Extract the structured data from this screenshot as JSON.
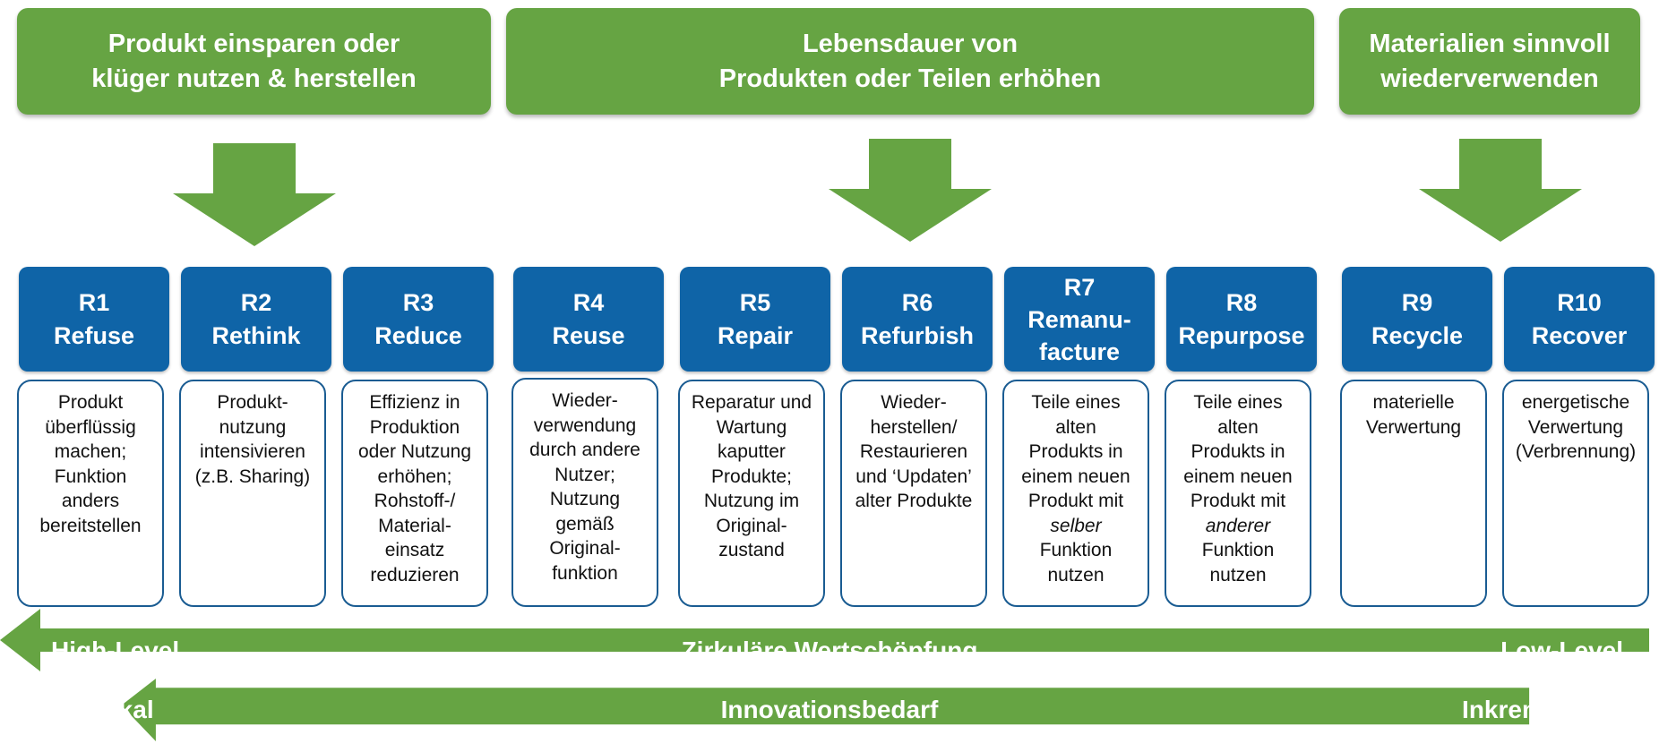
{
  "banners": [
    {
      "lines": [
        "Produkt einsparen oder",
        "klüger nutzen & herstellen"
      ]
    },
    {
      "lines": [
        "Lebensdauer von",
        "Produkten oder Teilen erhöhen"
      ]
    },
    {
      "lines": [
        "Materialien sinnvoll",
        "wiederverwenden"
      ]
    }
  ],
  "strategies": [
    {
      "code": "R1",
      "name": [
        "Refuse"
      ],
      "desc": [
        "Produkt",
        "überflüssig",
        "machen;",
        "Funktion",
        "anders",
        "bereitstellen"
      ]
    },
    {
      "code": "R2",
      "name": [
        "Rethink"
      ],
      "desc": [
        "Produkt-",
        "nutzung",
        "intensivieren",
        "(z.B. Sharing)"
      ]
    },
    {
      "code": "R3",
      "name": [
        "Reduce"
      ],
      "desc": [
        "Effizienz in",
        "Produktion",
        "oder Nutzung",
        "erhöhen;",
        "Rohstoff-/",
        "Material-",
        "einsatz",
        "reduzieren"
      ]
    },
    {
      "code": "R4",
      "name": [
        "Reuse"
      ],
      "desc": [
        "Wieder-",
        "verwendung",
        "durch andere",
        "Nutzer;",
        "Nutzung",
        "gemäß",
        "Original-",
        "funktion"
      ]
    },
    {
      "code": "R5",
      "name": [
        "Repair"
      ],
      "desc": [
        "Reparatur und",
        "Wartung",
        "kaputter",
        "Produkte;",
        "Nutzung im",
        "Original-",
        "zustand"
      ]
    },
    {
      "code": "R6",
      "name": [
        "Refurbish"
      ],
      "desc": [
        "Wieder-",
        "herstellen/",
        "Restaurieren",
        "und ‘Updaten’",
        "alter Produkte"
      ]
    },
    {
      "code": "R7",
      "name": [
        "Remanu-",
        "facture"
      ],
      "desc": [
        "Teile eines",
        "alten",
        "Produkts in",
        "einem neuen",
        "Produkt mit"
      ],
      "desc_em": "selber",
      "desc_tail": [
        "Funktion",
        "nutzen"
      ]
    },
    {
      "code": "R8",
      "name": [
        "Repurpose"
      ],
      "desc": [
        "Teile eines",
        "alten",
        "Produkts in",
        "einem neuen",
        "Produkt mit"
      ],
      "desc_em": "anderer",
      "desc_tail": [
        "Funktion",
        "nutzen"
      ]
    },
    {
      "code": "R9",
      "name": [
        "Recycle"
      ],
      "desc": [
        "materielle",
        "Verwertung"
      ]
    },
    {
      "code": "R10",
      "name": [
        "Recover"
      ],
      "desc": [
        "energetische",
        "Verwertung",
        "(Verbrennung)"
      ]
    }
  ],
  "scales": [
    {
      "left": "High-Level",
      "center": "Zirkuläre Wertschöpfung",
      "right": "Low-Level"
    },
    {
      "left": "Radikal",
      "center": "Innovationsbedarf",
      "right": "Inkrementell"
    }
  ],
  "colors": {
    "green": "#66a443",
    "blue": "#0f64a7",
    "border": "#1a5c92"
  }
}
